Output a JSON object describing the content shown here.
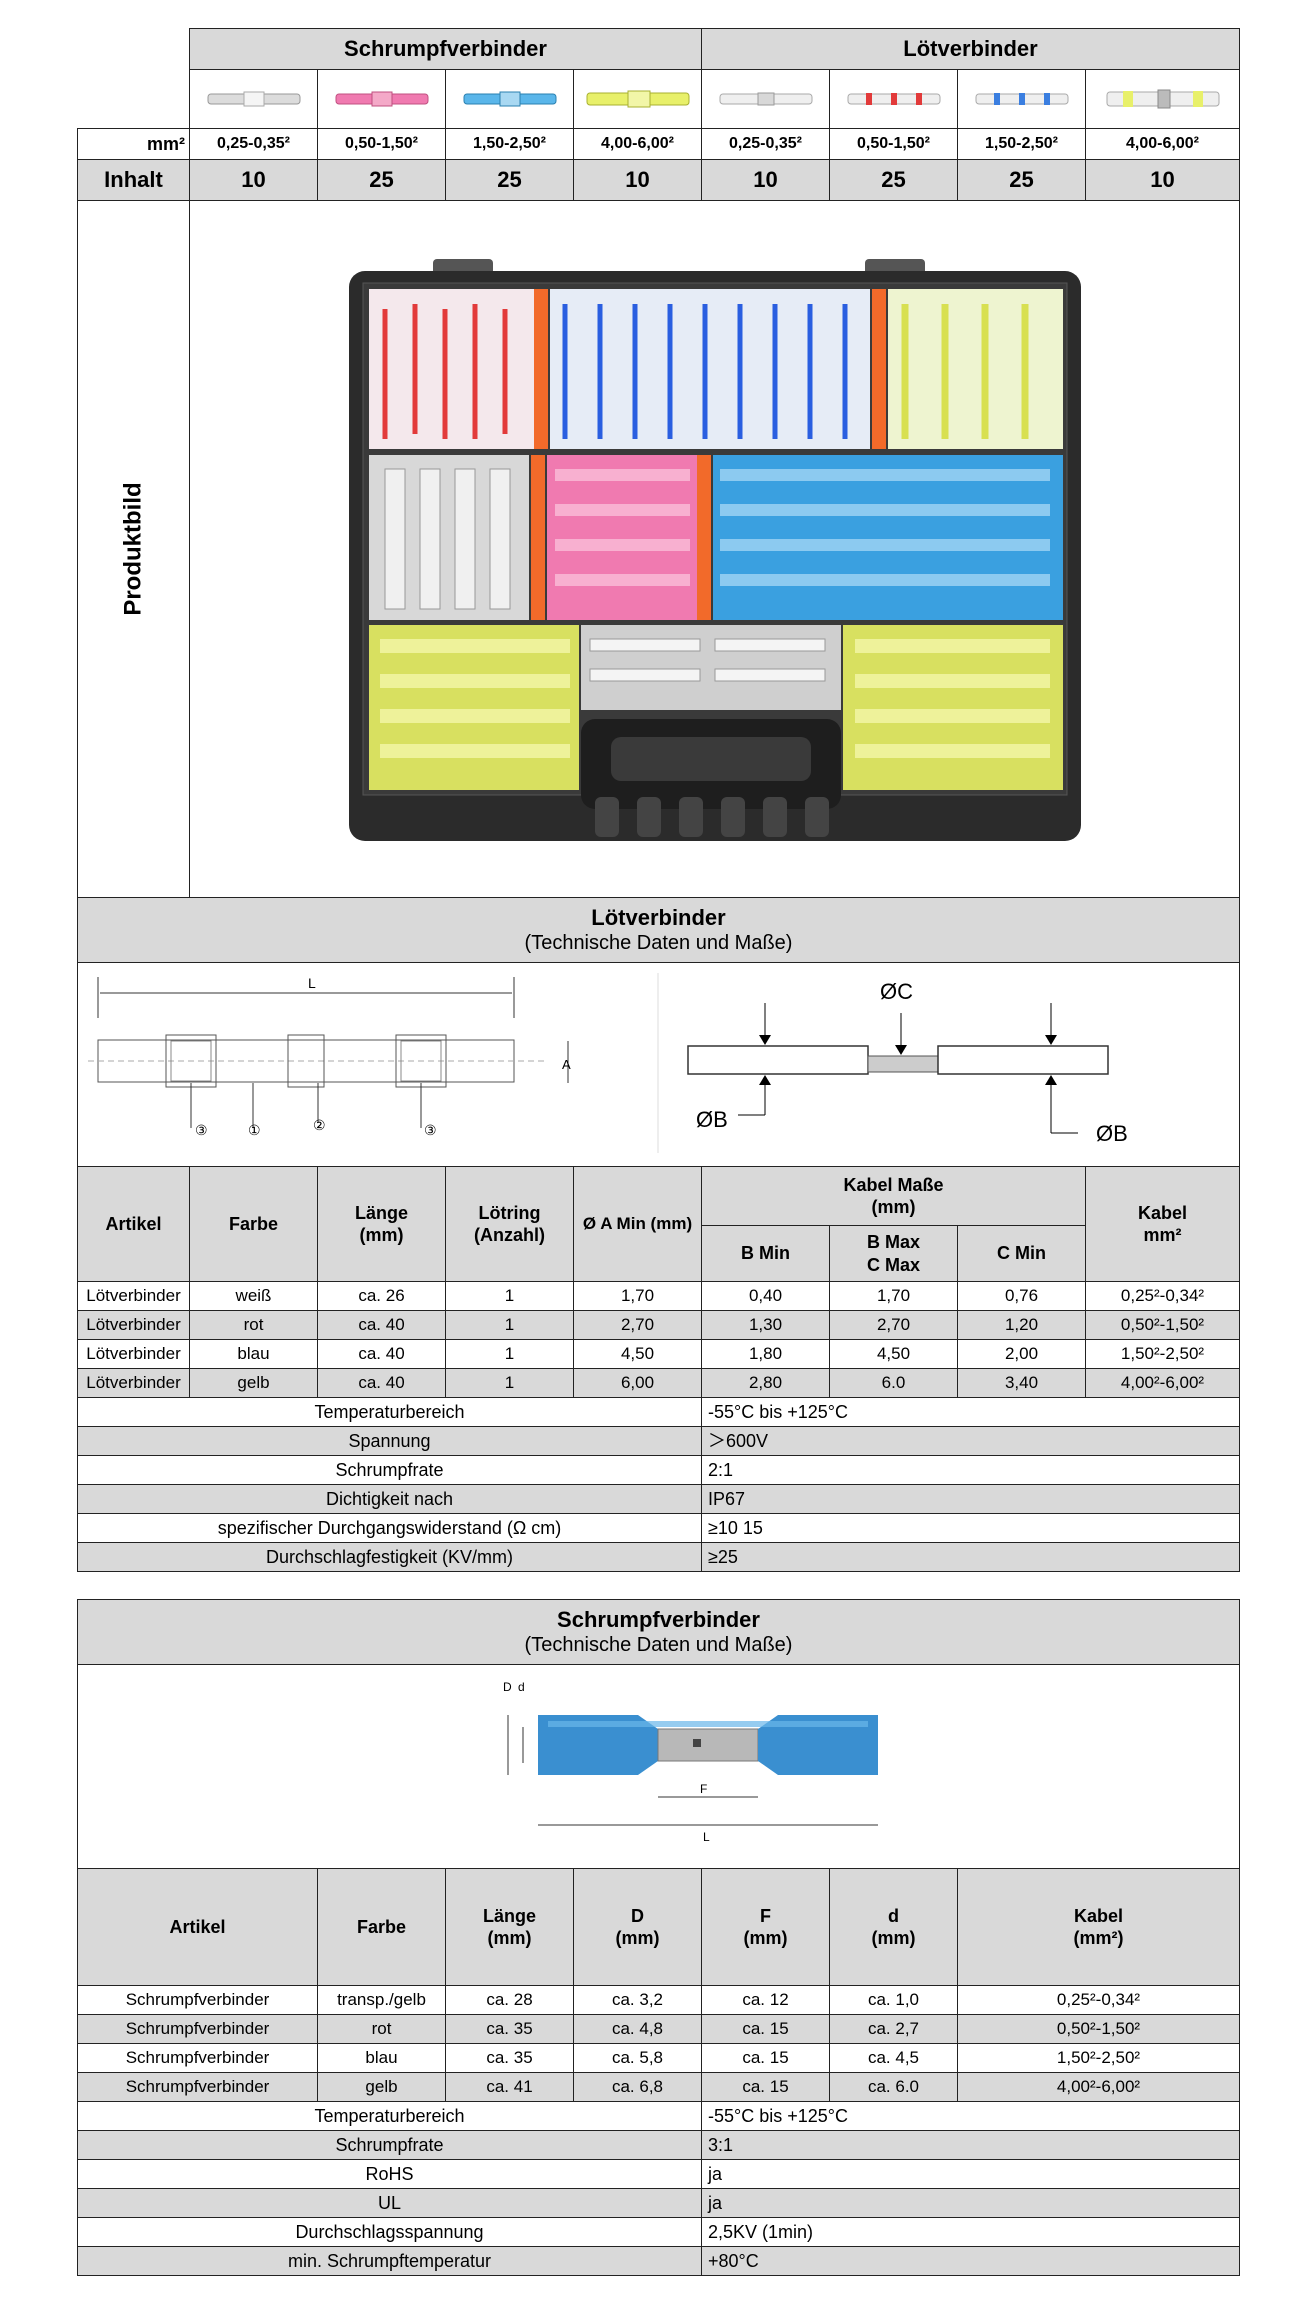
{
  "top": {
    "group_left": "Schrumpfverbinder",
    "group_right": "Lötverbinder",
    "mm_label": "mm²",
    "inhalt_label": "Inhalt",
    "sizes": [
      "0,25-0,35²",
      "0,50-1,50²",
      "1,50-2,50²",
      "4,00-6,00²",
      "0,25-0,35²",
      "0,50-1,50²",
      "1,50-2,50²",
      "4,00-6,00²"
    ],
    "inhalt": [
      "10",
      "25",
      "25",
      "10",
      "10",
      "25",
      "25",
      "10"
    ],
    "produktbild_label": "Produktbild"
  },
  "loet": {
    "title": "Lötverbinder",
    "subtitle": "(Technische Daten und Maße)",
    "diagram": {
      "L": "L",
      "A": "A",
      "n1": "③",
      "n2": "①",
      "n3": "②",
      "n4": "③",
      "oc": "ØC",
      "ob1": "ØB",
      "ob2": "ØB"
    },
    "headers": {
      "artikel": "Artikel",
      "farbe": "Farbe",
      "laenge": "Länge\n(mm)",
      "loetring": "Lötring\n(Anzahl)",
      "oa": "Ø A Min (mm)",
      "kabel_masse": "Kabel Maße\n(mm)",
      "bmin": "B Min",
      "bmax": "B Max\nC Max",
      "cmin": "C Min",
      "kabel": "Kabel\nmm²"
    },
    "rows": [
      [
        "Lötverbinder",
        "weiß",
        "ca. 26",
        "1",
        "1,70",
        "0,40",
        "1,70",
        "0,76",
        "0,25²-0,34²"
      ],
      [
        "Lötverbinder",
        "rot",
        "ca. 40",
        "1",
        "2,70",
        "1,30",
        "2,70",
        "1,20",
        "0,50²-1,50²"
      ],
      [
        "Lötverbinder",
        "blau",
        "ca. 40",
        "1",
        "4,50",
        "1,80",
        "4,50",
        "2,00",
        "1,50²-2,50²"
      ],
      [
        "Lötverbinder",
        "gelb",
        "ca. 40",
        "1",
        "6,00",
        "2,80",
        "6.0",
        "3,40",
        "4,00²-6,00²"
      ]
    ],
    "specs": [
      [
        "Temperaturbereich",
        "-55°C bis +125°C"
      ],
      [
        "Spannung",
        "＞600V"
      ],
      [
        "Schrumpfrate",
        "2:1"
      ],
      [
        "Dichtigkeit nach",
        "IP67"
      ],
      [
        "spezifischer Durchgangswiderstand (Ω cm)",
        "≥10 15"
      ],
      [
        "Durchschlagfestigkeit (KV/mm)",
        "≥25"
      ]
    ]
  },
  "schrumpf": {
    "title": "Schrumpfverbinder",
    "subtitle": "(Technische Daten und Maße)",
    "diagram": {
      "D": "D",
      "d": "d",
      "F": "F",
      "L": "L"
    },
    "headers": {
      "artikel": "Artikel",
      "farbe": "Farbe",
      "laenge": "Länge\n(mm)",
      "D": "D\n(mm)",
      "F": "F\n(mm)",
      "d": "d\n(mm)",
      "kabel": "Kabel\n(mm²)"
    },
    "rows": [
      [
        "Schrumpfverbinder",
        "transp./gelb",
        "ca. 28",
        "ca. 3,2",
        "ca. 12",
        "ca. 1,0",
        "0,25²-0,34²"
      ],
      [
        "Schrumpfverbinder",
        "rot",
        "ca. 35",
        "ca. 4,8",
        "ca. 15",
        "ca. 2,7",
        "0,50²-1,50²"
      ],
      [
        "Schrumpfverbinder",
        "blau",
        "ca. 35",
        "ca. 5,8",
        "ca. 15",
        "ca. 4,5",
        "1,50²-2,50²"
      ],
      [
        "Schrumpfverbinder",
        "gelb",
        "ca. 41",
        "ca. 6,8",
        "ca. 15",
        "ca. 6.0",
        "4,00²-6,00²"
      ]
    ],
    "specs": [
      [
        "Temperaturbereich",
        "-55°C bis +125°C"
      ],
      [
        "Schrumpfrate",
        "3:1"
      ],
      [
        "RoHS",
        "ja"
      ],
      [
        "UL",
        "ja"
      ],
      [
        "Durchschlagsspannung",
        "2,5KV (1min)"
      ],
      [
        "min. Schrumpftemperatur",
        "+80°C"
      ]
    ]
  },
  "colors": {
    "header_gray": "#d9d9d9",
    "clear": "#e8e8e8",
    "pink": "#f07ab0",
    "blue": "#3aa0e0",
    "yellow": "#e8f06a",
    "red": "#e23a3a",
    "case": "#2b2b2b",
    "orange": "#f26a2a"
  }
}
